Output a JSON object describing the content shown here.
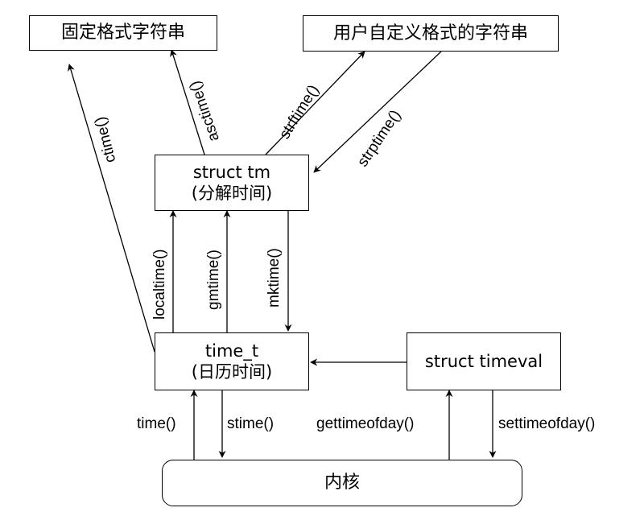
{
  "boxes": {
    "fixed_string": "固定格式字符串",
    "custom_string": "用户自定义格式的字符串",
    "struct_tm": {
      "line1": "struct tm",
      "line2": "(分解时间)"
    },
    "time_t": {
      "line1": "time_t",
      "line2": "(日历时间)"
    },
    "timeval": "struct timeval",
    "kernel": "内核"
  },
  "functions": {
    "ctime": "ctime()",
    "asctime": "asctime()",
    "strftime": "strftime()",
    "strptime": "strptime()",
    "localtime": "localtime()",
    "gmtime": "gmtime()",
    "mktime": "mktime()",
    "time": "time()",
    "stime": "stime()",
    "gettimeofday": "gettimeofday()",
    "settimeofday": "settimeofday()"
  }
}
